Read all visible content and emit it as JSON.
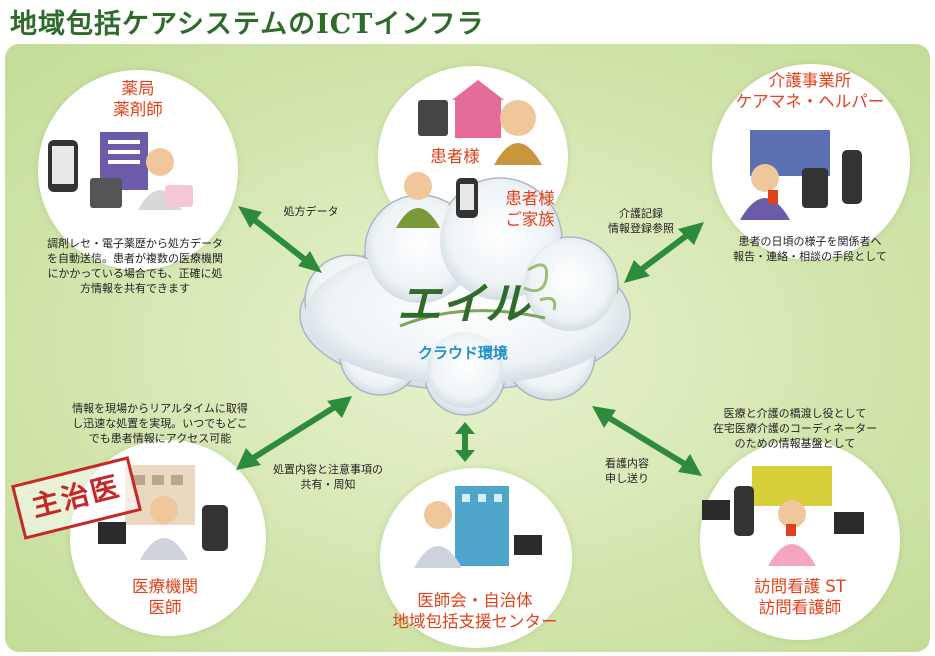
{
  "title": "地域包括ケアシステムのICTインフラ",
  "cloud": {
    "brand": "エイル",
    "sub": "クラウド環境"
  },
  "nodes": {
    "pharmacy": {
      "line1": "薬局",
      "line2": "薬剤師",
      "desc": [
        "調剤レセ・電子薬歴から処方データ",
        "を自動送信。患者が複数の医療機関",
        "にかかっている場合でも、正確に処",
        "方情報を共有できます"
      ]
    },
    "patient": {
      "label": "患者様",
      "family1": "患者様",
      "family2": "ご家族"
    },
    "care": {
      "line1": "介護事業所",
      "line2": "ケアマネ・ヘルパー",
      "desc": [
        "患者の日頃の様子を関係者へ",
        "報告・連絡・相談の手段として"
      ]
    },
    "hospital": {
      "line1": "医療機関",
      "line2": "医師",
      "stamp": "主治医",
      "desc": [
        "情報を現場からリアルタイムに取得",
        "し迅速な処置を実現。いつでもどこ",
        "でも患者情報にアクセス可能"
      ]
    },
    "association": {
      "line1": "医師会・自治体",
      "line2": "地域包括支援センター"
    },
    "nursing": {
      "line1": "訪問看護 ST",
      "line2": "訪問看護師",
      "desc": [
        "医療と介護の橋渡し役として",
        "在宅医療介護のコーディネーター",
        "のための情報基盤として"
      ]
    }
  },
  "arrows": {
    "pharmacy": [
      "処方データ"
    ],
    "care": [
      "介護記録",
      "情報登録参照"
    ],
    "hospital": [
      "処置内容と注意事項の",
      "共有・周知"
    ],
    "nursing": [
      "看護内容",
      "申し送り"
    ]
  },
  "colors": {
    "title": "#2f6b2a",
    "label": "#e2421b",
    "arrow": "#2e8b3c",
    "accent": "#1f8fc7"
  }
}
